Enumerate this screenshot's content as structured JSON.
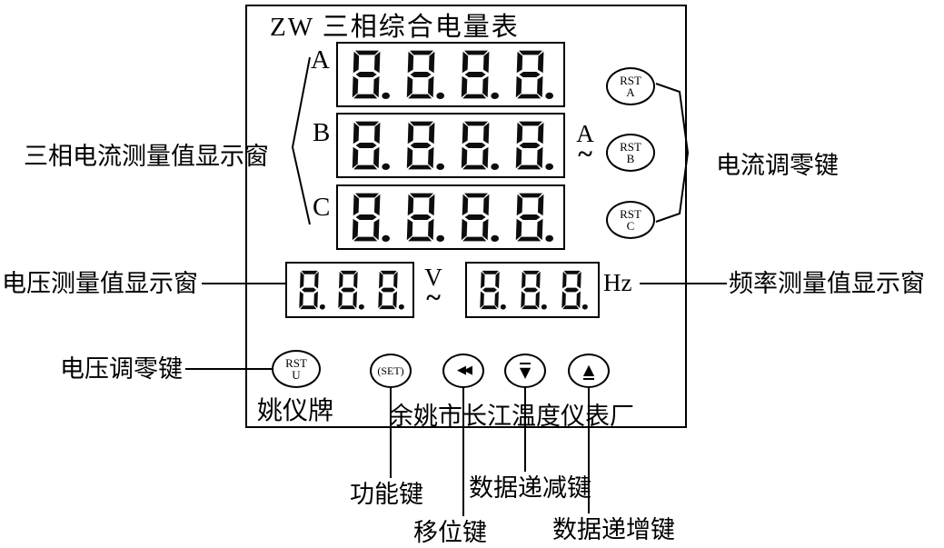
{
  "panel": {
    "title": "ZW 三相综合电量表",
    "brand": "姚仪牌",
    "manufacturer": "余姚市长江温度仪表厂",
    "phase_displays": [
      {
        "label": "A",
        "value": "8.8.8.8."
      },
      {
        "label": "B",
        "value": "8.8.8.8."
      },
      {
        "label": "C",
        "value": "8.8.8.8."
      }
    ],
    "current_unit": {
      "symbol": "A",
      "ac": "~"
    },
    "voltage_display": {
      "value": "8.8.8.",
      "unit": "V",
      "ac": "~"
    },
    "frequency_display": {
      "value": "8.8.8.",
      "unit": "Hz"
    },
    "buttons": {
      "rst_a": {
        "line1": "RST",
        "line2": "A"
      },
      "rst_b": {
        "line1": "RST",
        "line2": "B"
      },
      "rst_c": {
        "line1": "RST",
        "line2": "C"
      },
      "rst_u": {
        "line1": "RST",
        "line2": "U"
      },
      "set": {
        "label": "(SET)"
      },
      "shift": {
        "icon": "◀◀"
      },
      "decrement": {
        "icon": "▼"
      },
      "increment": {
        "icon": "▲"
      }
    }
  },
  "annotations": {
    "current_window": "三相电流测量值显示窗",
    "current_zero_key": "电流调零键",
    "voltage_window": "电压测量值显示窗",
    "frequency_window": "频率测量值显示窗",
    "voltage_zero_key": "电压调零键",
    "function_key": "功能键",
    "shift_key": "移位键",
    "decrement_key": "数据递减键",
    "increment_key": "数据递增键"
  }
}
